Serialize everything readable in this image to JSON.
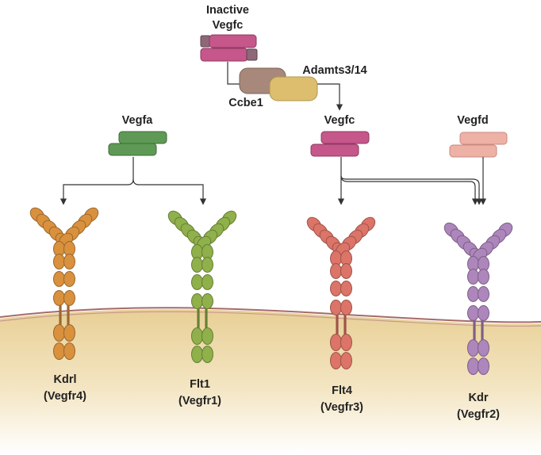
{
  "ligands": {
    "inactive_line1": "Inactive",
    "inactive_line2": "Vegfc",
    "adamts": "Adamts3/14",
    "ccbe1": "Ccbe1",
    "vegfa": "Vegfa",
    "vegfc": "Vegfc",
    "vegfd": "Vegfd"
  },
  "receptors": [
    {
      "line1": "Kdrl",
      "line2": "(Vegfr4)",
      "color": "#D9913E"
    },
    {
      "line1": "Flt1",
      "line2": "(Vegfr1)",
      "color": "#8FB04A"
    },
    {
      "line1": "Flt4",
      "line2": "(Vegfr3)",
      "color": "#DC7468"
    },
    {
      "line1": "Kdr",
      "line2": "(Vegfr2)",
      "color": "#AD86BC"
    }
  ],
  "colors": {
    "vegfa": "#5E9A55",
    "vegfc": "#C5578A",
    "vegfd": "#EDB1A6",
    "ccbe1": "#A8887A",
    "adamts": "#DCBE6E",
    "membrane": "#A66A6A",
    "cytoplasm": "#EFDCAA"
  }
}
